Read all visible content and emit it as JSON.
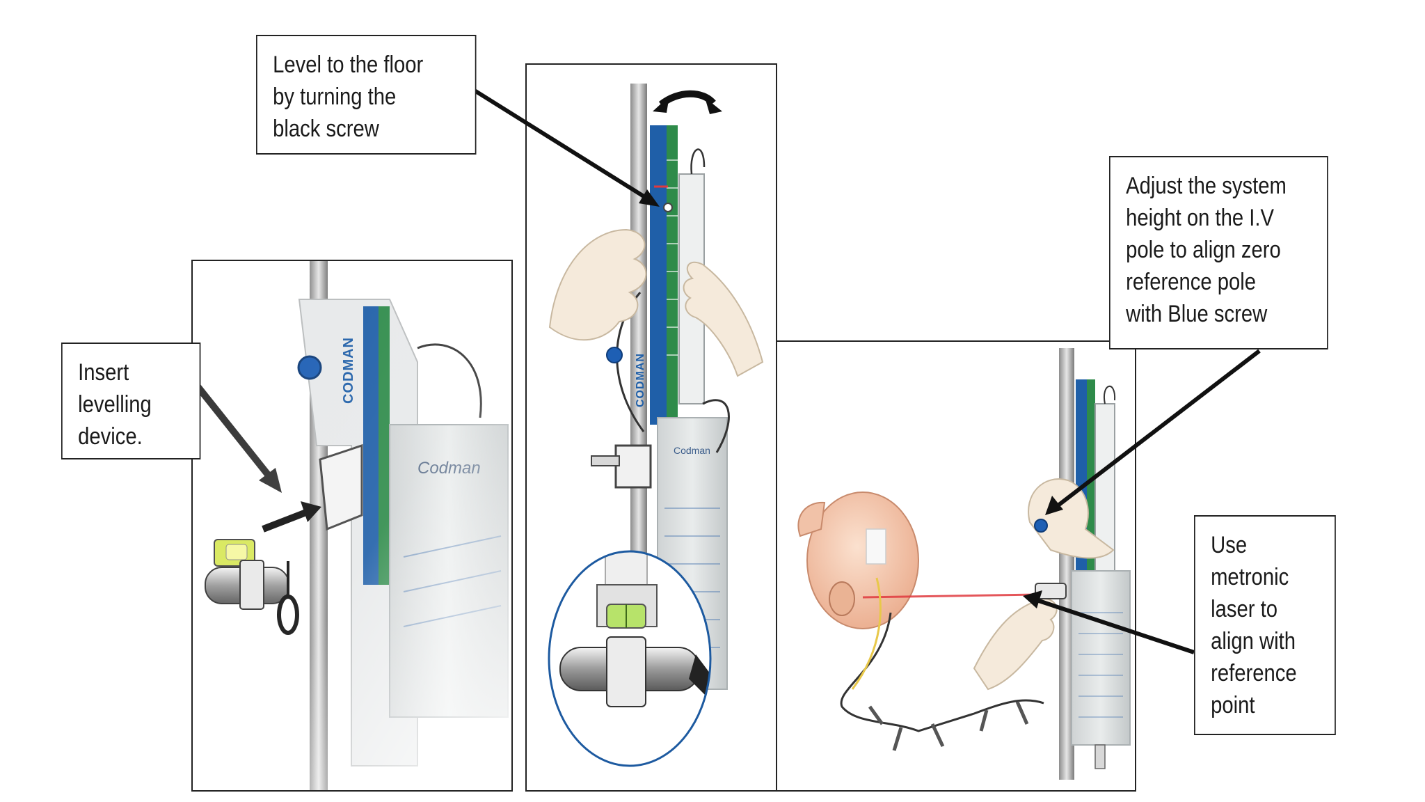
{
  "callouts": {
    "level_floor": [
      "Level to the floor",
      "by turning the",
      "black screw"
    ],
    "insert_device": [
      "Insert",
      "levelling",
      "device."
    ],
    "adjust_height": [
      "Adjust the system",
      "height on the I.V",
      "pole to align zero",
      "reference pole",
      "with Blue screw"
    ],
    "use_laser": [
      "Use",
      "metronic",
      "laser to",
      "align with",
      "reference",
      "point"
    ]
  },
  "device": {
    "brand": "CODMAN",
    "bag_label": "Codman"
  },
  "colors": {
    "scale_blue": "#1f5fa8",
    "scale_green": "#2e8b4a",
    "screw_blue": "#1e5fb4",
    "laser_red": "#e0393e",
    "level_green": "#b7e36a",
    "inset_ring": "#1d5aa0",
    "skin": "#f2c4a8",
    "glove": "#f5eadb"
  }
}
